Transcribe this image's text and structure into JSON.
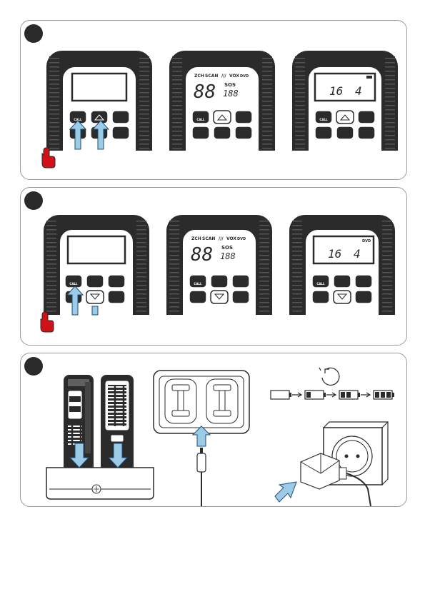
{
  "lcd": {
    "zch": "ZCH",
    "scan": "SCAN",
    "dual": "///",
    "vox": "VOX",
    "big_digits": "88",
    "sos": "SOS",
    "small_digits": "188",
    "dual_icon": "DVD"
  },
  "panel1": {
    "channel": "16",
    "subcode": "4",
    "call_label": "CALL"
  },
  "panel2": {
    "channel": "16",
    "subcode": "4",
    "call_label": "CALL",
    "mode_badge": "DVD"
  },
  "icons": {
    "press": "hand-press-icon",
    "clock": "clock-timer-icon",
    "battery": "battery-level-icon",
    "usb": "usb-icon"
  },
  "colors": {
    "arrow_fill": "#9ccbe8",
    "arrow_stroke": "#1e4e78",
    "hand": "#d01218",
    "device_body": "#2b2b2b"
  },
  "battery_levels": [
    0,
    0.33,
    0.67,
    1
  ]
}
